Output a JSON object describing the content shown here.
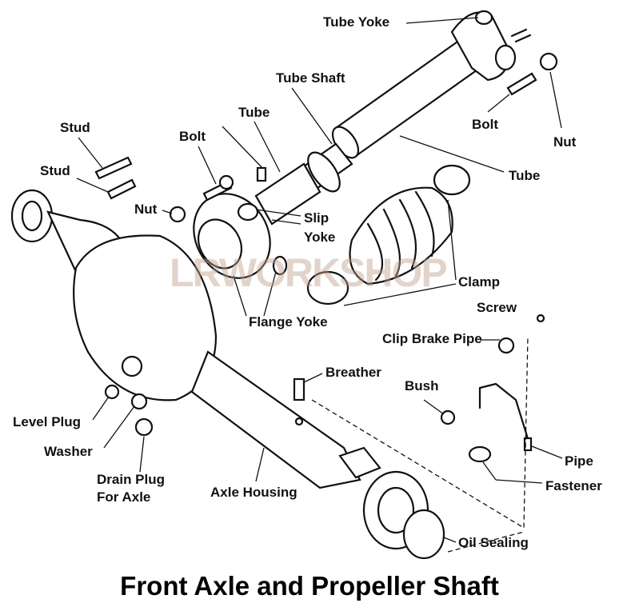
{
  "title": "Front Axle and Propeller Shaft",
  "watermark": "LRWORKSHOP",
  "labels": {
    "tube_yoke": "Tube Yoke",
    "tube_shaft": "Tube Shaft",
    "tube_1": "Tube",
    "tube_2": "Tube",
    "stud_1": "Stud",
    "stud_2": "Stud",
    "bolt_1": "Bolt",
    "bolt_2": "Bolt",
    "nut_1": "Nut",
    "nut_2": "Nut",
    "slip": "Slip",
    "yoke": "Yoke",
    "clamp": "Clamp",
    "flange_yoke": "Flange Yoke",
    "screw": "Screw",
    "clip_brake_pipe": "Clip Brake Pipe",
    "breather": "Breather",
    "bush": "Bush",
    "level_plug": "Level Plug",
    "washer": "Washer",
    "pipe": "Pipe",
    "drain_plug": "Drain Plug",
    "for_axle": "For Axle",
    "axle_housing": "Axle Housing",
    "fastener": "Fastener",
    "oil_sealing": "Oil Sealing"
  }
}
